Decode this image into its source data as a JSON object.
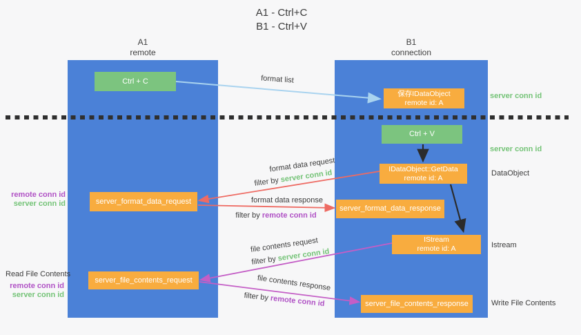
{
  "title": {
    "line1": "A1 - Ctrl+C",
    "line2": "B1 - Ctrl+V"
  },
  "lanes": {
    "left": {
      "name": "A1",
      "role": "remote"
    },
    "right": {
      "name": "B1",
      "role": "connection"
    }
  },
  "nodes": {
    "ctrl_c": {
      "label": "Ctrl + C"
    },
    "ctrl_v": {
      "label": "Ctrl + V"
    },
    "save_dataobject": {
      "line1": "保存IDataObject",
      "line2": "remote id: A"
    },
    "getdata": {
      "line1": "IDataObject::GetData",
      "line2": "remote id: A"
    },
    "istream": {
      "line1": "IStream",
      "line2": "remote id: A"
    },
    "format_request": {
      "label": "server_format_data_request"
    },
    "format_response": {
      "label": "server_format_data_response"
    },
    "file_request": {
      "label": "server_file_contents_request"
    },
    "file_response": {
      "label": "server_file_contents_response"
    }
  },
  "arrow_labels": {
    "format_list": "format list",
    "format_data_request": "format data request",
    "format_data_request_filter": {
      "prefix": "filter by ",
      "key": "server conn id"
    },
    "format_data_response": "format data response",
    "format_data_response_filter": {
      "prefix": "filter by ",
      "key": "remote conn id"
    },
    "file_contents_request": "file contents request",
    "file_contents_request_filter": {
      "prefix": "filter by ",
      "key": "server conn id"
    },
    "file_contents_response": "file contents response",
    "file_contents_response_filter": {
      "prefix": "filter by ",
      "key": "remote conn id"
    }
  },
  "side_labels": {
    "server_conn_id_top": "server conn id",
    "server_conn_id_mid": "server conn id",
    "dataobject": "DataObject",
    "istream": "Istream",
    "write_file_contents": "Write File Contents",
    "read_file_contents": "Read File Contents",
    "pair_top": {
      "remote": "remote conn id",
      "server": "server conn id"
    },
    "pair_bottom": {
      "remote": "remote conn id",
      "server": "server conn id"
    }
  },
  "colors": {
    "lane_blue": "#4B81D7",
    "node_green": "#7CC47F",
    "node_orange": "#F8AC3F",
    "arrow_blue": "#A9D3EF",
    "arrow_red": "#EE6B63",
    "arrow_magenta": "#C45EC6",
    "text_dark": "#3B3B3B",
    "text_green": "#74C377",
    "text_purple": "#B052C5",
    "background": "#F7F7F8",
    "dotted_line": "#2F2F2F"
  }
}
